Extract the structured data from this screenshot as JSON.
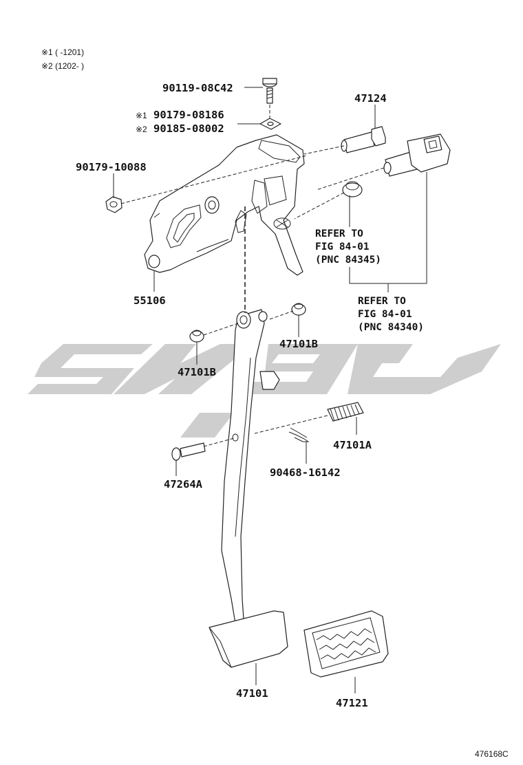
{
  "notes": {
    "note1": "※1 (    -1201)",
    "note2": "※2 (1202-    )"
  },
  "parts": {
    "p90119": "90119-08C42",
    "p90179_08186": "90179-08186",
    "p90185": "90185-08002",
    "p90179_10088": "90179-10088",
    "p47124": "47124",
    "p55106": "55106",
    "p47101B_right": "47101B",
    "p47101B_left": "47101B",
    "p47101A": "47101A",
    "p90468": "90468-16142",
    "p47264A": "47264A",
    "p47101": "47101",
    "p47121": "47121"
  },
  "markers": {
    "m1": "※1",
    "m2": "※2"
  },
  "refs": {
    "ref1": {
      "line1": "REFER TO",
      "line2": "FIG 84-01",
      "line3": "(PNC 84345)"
    },
    "ref2": {
      "line1": "REFER TO",
      "line2": "FIG 84-01",
      "line3": "(PNC 84340)"
    }
  },
  "figure_number": "476168C"
}
